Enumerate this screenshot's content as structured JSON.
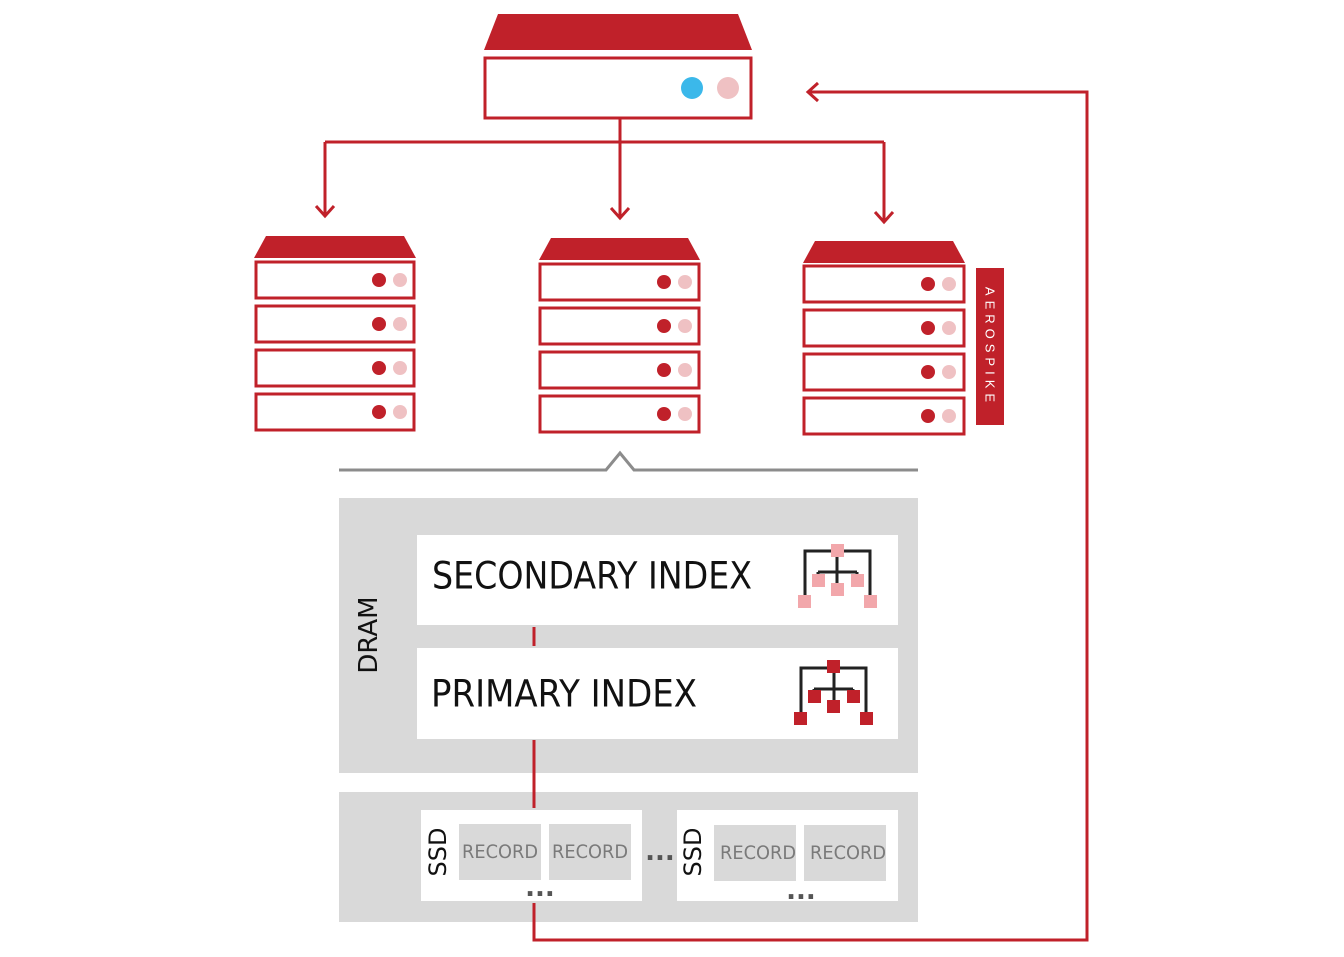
{
  "colors": {
    "brand_red": "#c0212a",
    "light_red": "#f2a7ab",
    "pale_red": "#efc1c3",
    "blue_led": "#3bb8ea",
    "panel_gray": "#d9d9d9",
    "record_gray": "#d9d9d9",
    "record_text": "#7a7a7a",
    "bracket_gray": "#8c8c8c"
  },
  "brand": {
    "logo_text": "AEROSPIKE"
  },
  "dram": {
    "label": "DRAM",
    "secondary_index": {
      "label": "SECONDARY INDEX",
      "icon": "tree-hierarchy-icon"
    },
    "primary_index": {
      "label": "PRIMARY INDEX",
      "icon": "tree-hierarchy-icon"
    }
  },
  "storage": {
    "groups": [
      {
        "label": "SSD",
        "records": [
          "RECORD",
          "RECORD"
        ],
        "more": "..."
      },
      {
        "label": "SSD",
        "records": [
          "RECORD",
          "RECORD"
        ],
        "more": "..."
      }
    ],
    "between": "..."
  },
  "icons": {
    "client": "server-icon",
    "node": "server-rack-icon",
    "arrow": "arrow-down-icon"
  }
}
